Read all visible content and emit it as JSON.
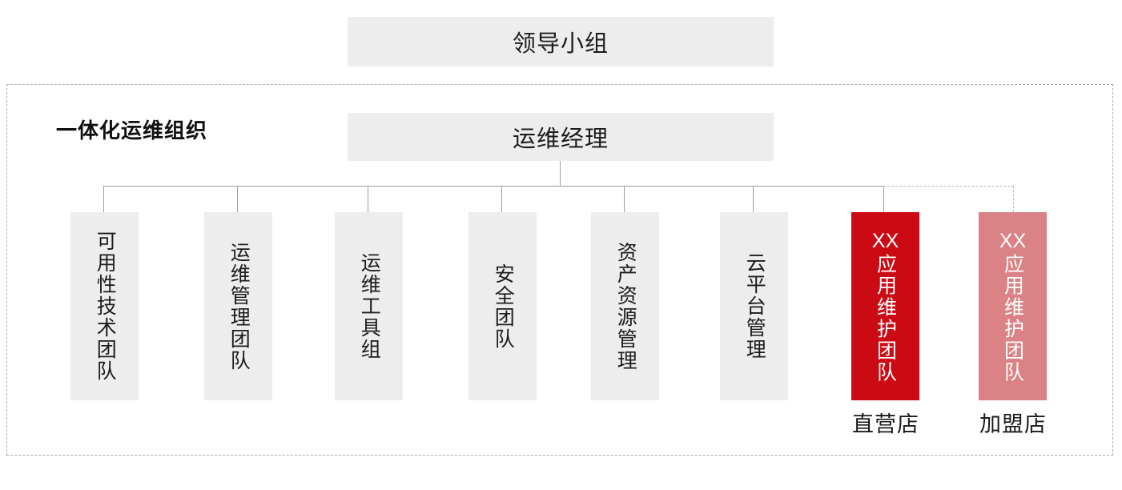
{
  "chart_data": {
    "type": "diagram",
    "title": "一体化运维组织",
    "root": "领导小组",
    "manager": "运维经理",
    "teams": [
      "可用性技术团队",
      "运维管理团队",
      "运维工具组",
      "安全团队",
      "资产资源管理",
      "云平台管理",
      "XX应用维护团队",
      "XX应用维护团队"
    ],
    "captions": [
      "直营店",
      "加盟店"
    ]
  },
  "top_node": {
    "label": "领导小组"
  },
  "org": {
    "title": "一体化运维组织",
    "manager": {
      "label": "运维经理"
    },
    "teams": [
      {
        "prefix": "",
        "label": "可用性技术团队",
        "style": "neutral",
        "caption": ""
      },
      {
        "prefix": "",
        "label": "运维管理团队",
        "style": "neutral",
        "caption": ""
      },
      {
        "prefix": "",
        "label": "运维工具组",
        "style": "neutral",
        "caption": ""
      },
      {
        "prefix": "",
        "label": "安全团队",
        "style": "neutral",
        "caption": ""
      },
      {
        "prefix": "",
        "label": "资产资源管理",
        "style": "neutral",
        "caption": ""
      },
      {
        "prefix": "",
        "label": "云平台管理",
        "style": "neutral",
        "caption": ""
      },
      {
        "prefix": "XX",
        "label": "应用维护团队",
        "style": "accent-solid",
        "caption": "直营店"
      },
      {
        "prefix": "XX",
        "label": "应用维护团队",
        "style": "accent-soft",
        "caption": "加盟店"
      }
    ]
  },
  "colors": {
    "neutral_fill": "#ededed",
    "accent_solid": "#cc0a14",
    "accent_soft": "#da8285",
    "connector": "#9e9e9e",
    "dashed_connector": "#bcbcbc",
    "container_border": "#a8a8a8",
    "text": "#1c1c1c"
  }
}
